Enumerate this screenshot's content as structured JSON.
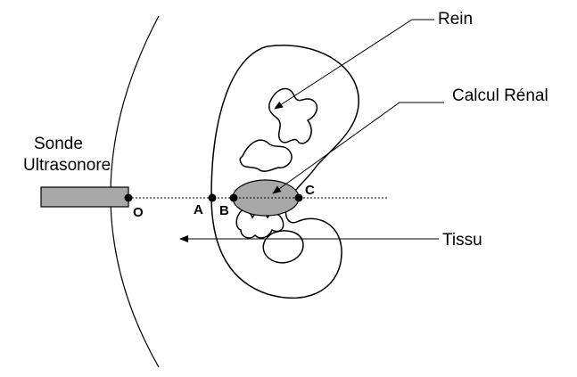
{
  "labels": {
    "rein": "Rein",
    "calcul_renal": "Calcul Rénal",
    "tissu": "Tissu",
    "sonde_line1": "Sonde",
    "sonde_line2": "Ultrasonore"
  },
  "points": {
    "o": "O",
    "a": "A",
    "b": "B",
    "c": "C"
  },
  "colors": {
    "line": "#000000",
    "probe_fill": "#a8a8a8",
    "stone_fill": "#a8a8a8",
    "background": "#ffffff"
  }
}
